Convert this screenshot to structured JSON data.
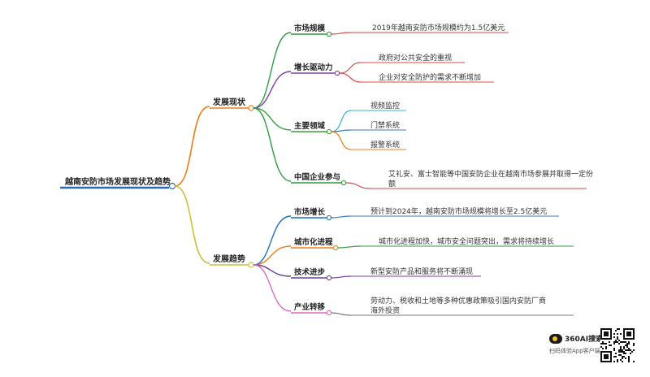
{
  "root": {
    "label": "越南安防市场发展现状及趋势"
  },
  "branches": [
    {
      "label": "发展现状",
      "children": [
        {
          "label": "市场规模",
          "leaves": [
            "2019年越南安防市场规模约为1.5亿美元"
          ]
        },
        {
          "label": "增长驱动力",
          "leaves": [
            "政府对公共安全的重视",
            "企业对安全防护的需求不断增加"
          ]
        },
        {
          "label": "主要领域",
          "leaves": [
            "视频监控",
            "门禁系统",
            "报警系统"
          ]
        },
        {
          "label": "中国企业参与",
          "leaves": [
            "艾礼安、富士智能等中国安防企业在越南市场参展并取得一定份额"
          ]
        }
      ]
    },
    {
      "label": "发展趋势",
      "children": [
        {
          "label": "市场增长",
          "leaves": [
            "预计到2024年，越南安防市场规模将增长至2.5亿美元"
          ]
        },
        {
          "label": "城市化进程",
          "leaves": [
            "城市化进程加快，城市安全问题突出，需求将持续增长"
          ]
        },
        {
          "label": "技术进步",
          "leaves": [
            "新型安防产品和服务将不断涌现"
          ]
        },
        {
          "label": "产业转移",
          "leaves": [
            "劳动力、税收和土地等多种优惠政策吸引国内安防厂商海外投资"
          ]
        }
      ]
    }
  ],
  "colors": {
    "root": "#2a6bb5",
    "branch": "#f07c17",
    "branch2": "#c8c23a",
    "market": "#2e9c3e",
    "driver": "#7b3fa6",
    "fields": "#3aa13c",
    "china": "#2e9c3e",
    "growth": "#1f6fc4",
    "urban": "#f07c17",
    "tech": "#6a3ea1",
    "shift": "#e06bb3",
    "leafRed": "#d84b4b",
    "leafCyan": "#2fb3d8",
    "leafBlue": "#3a78c2",
    "leafOrange": "#f07c17",
    "leafGreen": "#2e9c3e",
    "leafPurple": "#7b3fa6",
    "leafGray": "#777777"
  },
  "brand": {
    "logo_icon": "360-logo-icon",
    "name": "360AI搜索",
    "tagline": "扫码体验App客户端"
  }
}
